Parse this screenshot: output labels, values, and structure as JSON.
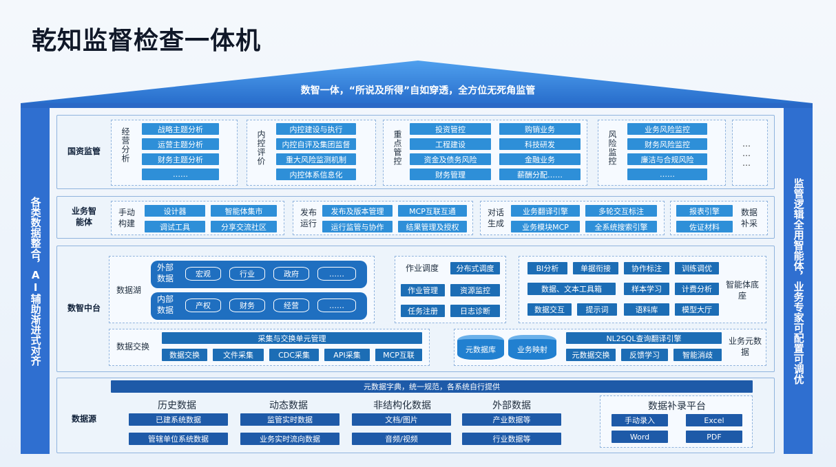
{
  "title": "乾知监督检查一体机",
  "slogan": "数智一体，“所说及所得”自如穿透，全方位无死角监管",
  "left_pillar": "各类数据整合，AI辅助渐进式对齐",
  "right_pillar": "监管逻辑全用智能体，业务专家可配置可调优",
  "colors": {
    "primary": "#2e8fd8",
    "dark": "#1c6db5",
    "pillar": "#2f6fd0",
    "roof": "#2d79d4"
  },
  "layer1": {
    "label": "国资监管",
    "g1": {
      "title": "经营分析",
      "items": [
        "战略主题分析",
        "运营主题分析",
        "财务主题分析",
        "……"
      ]
    },
    "g2": {
      "title": "内控评价",
      "items": [
        "内控建设与执行",
        "内控自评及集团监督",
        "重大风险监测机制",
        "内控体系信息化"
      ]
    },
    "g3": {
      "title": "重点管控",
      "col1": [
        "投资管控",
        "工程建设",
        "资金及债务风险",
        "财务管理"
      ],
      "col2": [
        "购销业务",
        "科技研发",
        "金融业务",
        "薪酬分配……"
      ]
    },
    "g4": {
      "title": "风险监控",
      "items": [
        "业务风险监控",
        "财务风险监控",
        "廉洁与合规风险",
        "……"
      ]
    },
    "g5": {
      "items": [
        "…",
        "…",
        "…"
      ]
    }
  },
  "layer2": {
    "label": "业务智能体",
    "g1": {
      "title": "手动构建",
      "items": [
        "设计器",
        "智能体集市",
        "调试工具",
        "分享交流社区"
      ]
    },
    "g2": {
      "title": "发布运行",
      "items": [
        "发布及版本管理",
        "MCP互联互通",
        "运行监管与协作",
        "结果管理及授权"
      ]
    },
    "g3": {
      "title": "对话生成",
      "items": [
        "业务翻译引擎",
        "多轮交互标注",
        "业务模块MCP",
        "全系统搜索引擎"
      ]
    },
    "g4": {
      "title": "数据补采",
      "items": [
        "报表引擎",
        "佐证材料"
      ]
    }
  },
  "layer3": {
    "label": "数智中台",
    "lake": {
      "title": "数据湖",
      "ext_label": "外部数据",
      "ext_items": [
        "宏观",
        "行业",
        "政府",
        "……"
      ],
      "int_label": "内部数据",
      "int_items": [
        "产权",
        "财务",
        "经营",
        "……"
      ]
    },
    "sched": {
      "items": [
        "作业调度",
        "分布式调度",
        "作业管理",
        "资源监控",
        "任务注册",
        "日志诊断"
      ]
    },
    "agent": {
      "title": "智能体底座",
      "items": [
        "BI分析",
        "单据衔接",
        "协作标注",
        "训练调优",
        "数据、文本工具箱",
        "样本学习",
        "计费分析",
        "数据交互",
        "提示词",
        "语料库",
        "模型大厅"
      ]
    },
    "exchange": {
      "title": "数据交换",
      "header": "采集与交换单元管理",
      "items": [
        "数据交换",
        "文件采集",
        "CDC采集",
        "API采集",
        "MCP互联"
      ]
    },
    "meta": {
      "title": "业务元数据",
      "drums": [
        "元数据库",
        "业务映射"
      ],
      "header": "NL2SQL查询翻译引擎",
      "items": [
        "元数据交换",
        "反馈学习",
        "智能消歧"
      ]
    }
  },
  "layer4": {
    "label": "数据源",
    "banner": "元数据字典，统一规范，各系统自行提供",
    "cols": [
      {
        "head": "历史数据",
        "items": [
          "已建系统数据",
          "管辖单位系统数据"
        ]
      },
      {
        "head": "动态数据",
        "items": [
          "监管实时数据",
          "业务实时流向数据"
        ]
      },
      {
        "head": "非结构化数据",
        "items": [
          "文档/图片",
          "音频/视频"
        ]
      },
      {
        "head": "外部数据",
        "items": [
          "产业数据等",
          "行业数据等"
        ]
      }
    ],
    "supp": {
      "head": "数据补录平台",
      "items": [
        "手动录入",
        "Excel",
        "Word",
        "PDF"
      ]
    }
  }
}
